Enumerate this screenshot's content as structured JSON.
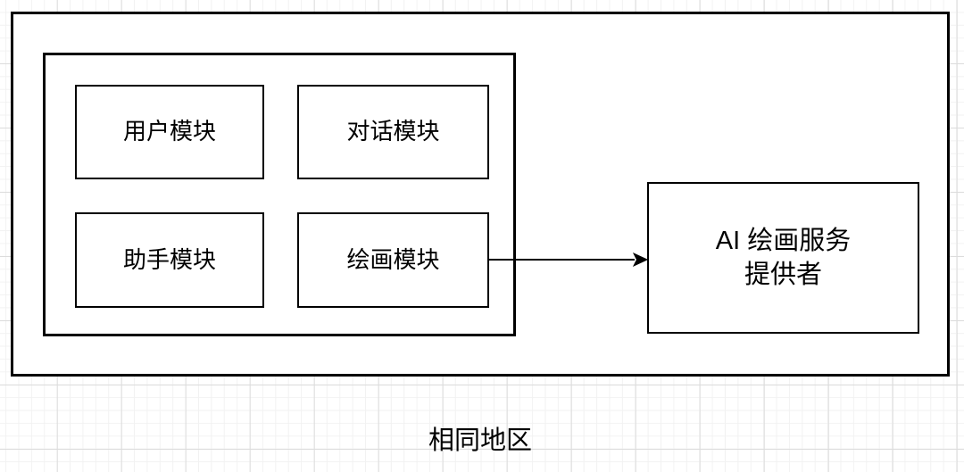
{
  "diagram": {
    "modules": [
      {
        "label": "用户模块"
      },
      {
        "label": "对话模块"
      },
      {
        "label": "助手模块"
      },
      {
        "label": "绘画模块"
      }
    ],
    "provider": {
      "line1": "AI 绘画服务",
      "line2": "提供者"
    },
    "connector": {
      "icon": "arrow-right-icon",
      "from": "绘画模块",
      "to": "AI 绘画服务 提供者"
    },
    "caption": "相同地区",
    "colors": {
      "stroke": "#000000",
      "shape_fill": "#ffffff",
      "text": "#000000",
      "canvas_background": "#ffffff",
      "grid_minor": "#f2f2f2",
      "grid_major": "#dcdcdc"
    }
  }
}
